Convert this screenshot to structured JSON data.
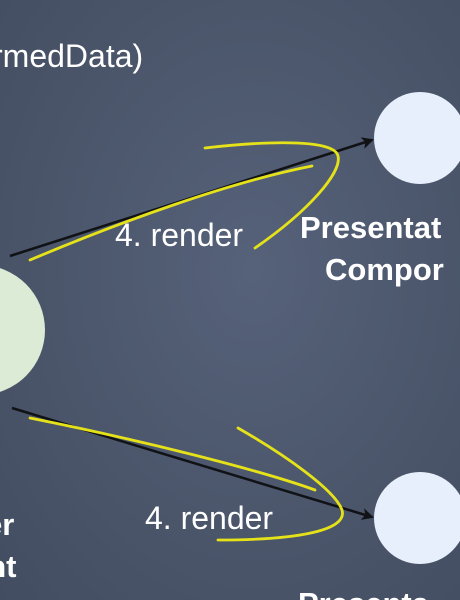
{
  "diagram": {
    "call_text": "rmedData)",
    "edges": [
      {
        "label": "4. render"
      },
      {
        "label": "4. render"
      }
    ],
    "nodes": {
      "container": {
        "label_line1": "er",
        "label_line2": "ent"
      },
      "presentational_top": {
        "label_line1": "Presentat",
        "label_line2": "Compor"
      },
      "presentational_bottom": {
        "label_line1": "Presenta"
      }
    },
    "colors": {
      "background": "#4b566b",
      "container_node": "#dcebd5",
      "presentational_node": "#e6effb",
      "arrow": "#101216",
      "highlight_stroke": "#e6e21a",
      "text": "#ffffff"
    }
  }
}
